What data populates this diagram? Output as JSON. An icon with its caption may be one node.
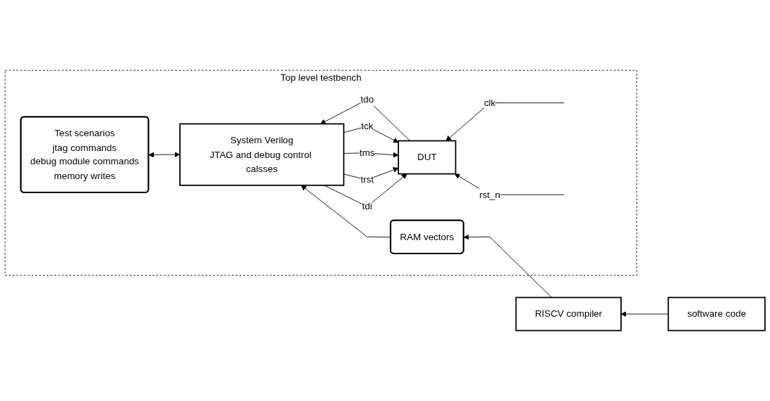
{
  "diagram": {
    "nodes": [
      {
        "text": [
          "Top level testbench"
        ]
      },
      {
        "text": [
          "DUT"
        ],
        "in": 0
      },
      {
        "text": [
          "System Verilog",
          "JTAG and debug control calsses"
        ],
        "in": 0
      },
      {
        "text": [
          "Test scenarios",
          "jtag commands",
          "debug module commands",
          "memory writes"
        ],
        "in": 0
      },
      {
        "text": [
          "RAM vectors"
        ],
        "in": 0
      },
      {
        "text": [
          "RISCV compiler"
        ]
      },
      {
        "text": [
          "software code"
        ]
      }
    ],
    "edges": [
      {
        "from": null,
        "to": 1,
        "arrow": "to",
        "label": "clk"
      },
      {
        "from": null,
        "to": 1,
        "arrow": "to",
        "label": "rst_n"
      },
      {
        "from": 2,
        "to": 3,
        "arrow": "both"
      },
      {
        "from": 2,
        "to": 1,
        "arrow": "to",
        "label": "tck"
      },
      {
        "from": 2,
        "to": 1,
        "arrow": "to",
        "label": "tms"
      },
      {
        "from": 2,
        "to": 1,
        "arrow": "to",
        "label": "trst"
      },
      {
        "from": 2,
        "to": 1,
        "arrow": "to",
        "label": "tdi"
      },
      {
        "from": 1,
        "to": 2,
        "arrow": "to",
        "label": "tdo"
      },
      {
        "from": 4,
        "to": 2,
        "arrow": "to"
      },
      {
        "from": 5,
        "to": 4,
        "arrow": "to"
      },
      {
        "from": 6,
        "to": 5,
        "arrow": "to"
      }
    ]
  }
}
